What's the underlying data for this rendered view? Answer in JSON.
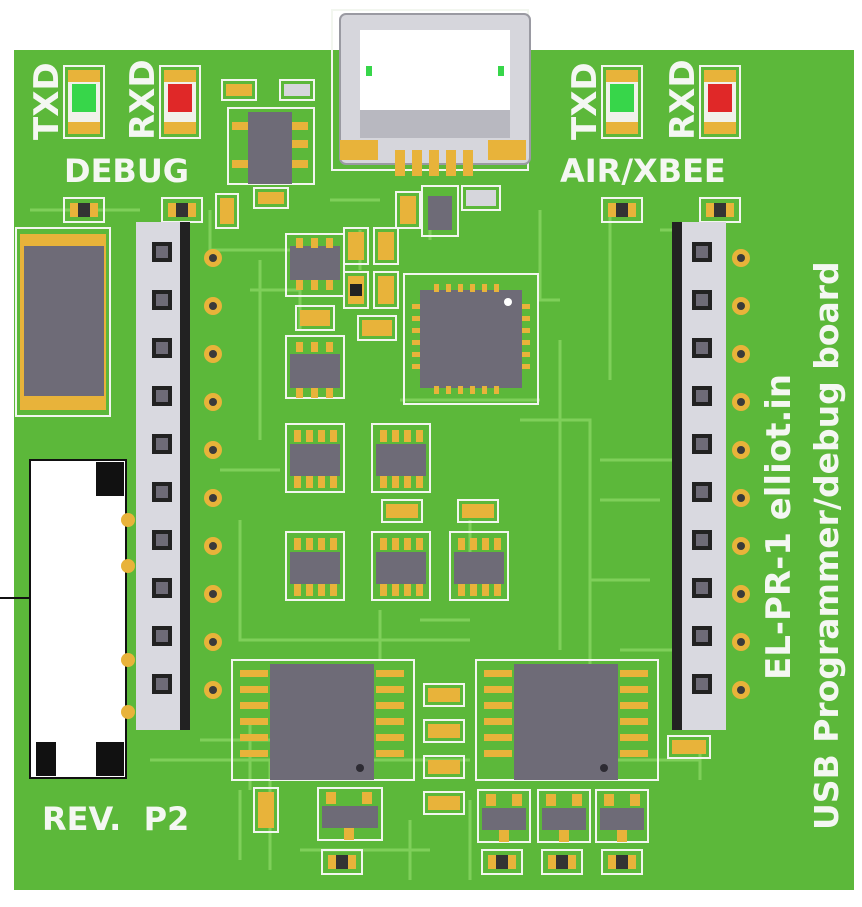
{
  "board": {
    "title_line1": "EL-PR-1 elliot.in",
    "title_line2": "USB Programmer/debug board",
    "revision": "REV.  P2"
  },
  "debug_group": {
    "label": "DEBUG",
    "tx_label": "TXD",
    "rx_label": "RXD"
  },
  "air_group": {
    "label": "AIR/XBEE",
    "tx_label": "TXD",
    "rx_label": "RXD"
  },
  "colors": {
    "pcb": "#5cb83a",
    "silk": "#f4f7f2",
    "pad": "#e8b33a",
    "chip": "#6e6b77",
    "led_green": "#37d64a",
    "led_red": "#e02828",
    "header": "#d9d9e0"
  }
}
